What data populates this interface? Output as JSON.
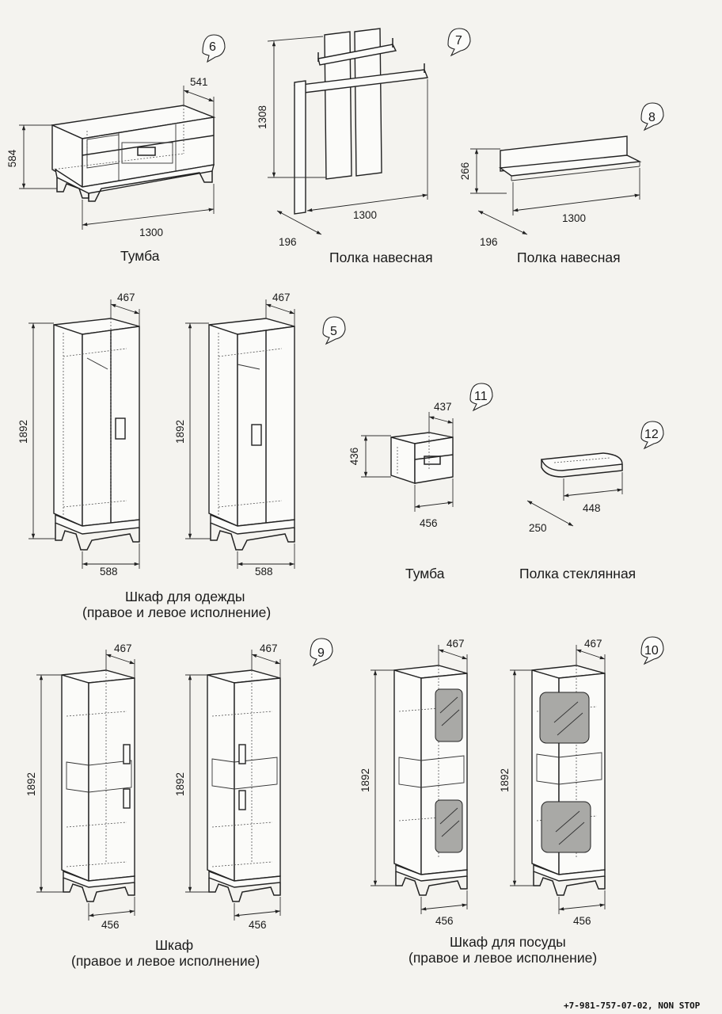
{
  "items": {
    "tumba_tv": {
      "number": "6",
      "caption": "Тумба",
      "depth": "541",
      "height": "584",
      "width": "1300"
    },
    "shelf_7": {
      "number": "7",
      "caption": "Полка навесная",
      "height": "1308",
      "depth": "196",
      "width": "1300"
    },
    "shelf_8": {
      "number": "8",
      "caption": "Полка навесная",
      "height": "266",
      "depth": "196",
      "width": "1300"
    },
    "wardrobe_5": {
      "number": "5",
      "caption_line1": "Шкаф для одежды",
      "caption_line2": "(правое и левое исполнение)",
      "left": {
        "depth": "467",
        "height": "1892",
        "width": "588"
      },
      "right": {
        "depth": "467",
        "height": "1892",
        "width": "588"
      }
    },
    "tumba_small": {
      "number": "11",
      "caption": "Тумба",
      "depth": "437",
      "height": "436",
      "width": "456"
    },
    "glass_shelf": {
      "number": "12",
      "caption": "Полка стеклянная",
      "depth": "250",
      "width": "448"
    },
    "cabinet_9": {
      "number": "9",
      "caption_line1": "Шкаф",
      "caption_line2": "(правое и левое исполнение)",
      "left": {
        "depth": "467",
        "height": "1892",
        "width": "456"
      },
      "right": {
        "depth": "467",
        "height": "1892",
        "width": "456"
      }
    },
    "dish_10": {
      "number": "10",
      "caption_line1": "Шкаф для посуды",
      "caption_line2": "(правое и левое исполнение)",
      "left": {
        "depth": "467",
        "height": "1892",
        "width": "456"
      },
      "right": {
        "depth": "467",
        "height": "1892",
        "width": "456"
      }
    }
  },
  "footer": "+7-981-757-07-02, NON STOP"
}
